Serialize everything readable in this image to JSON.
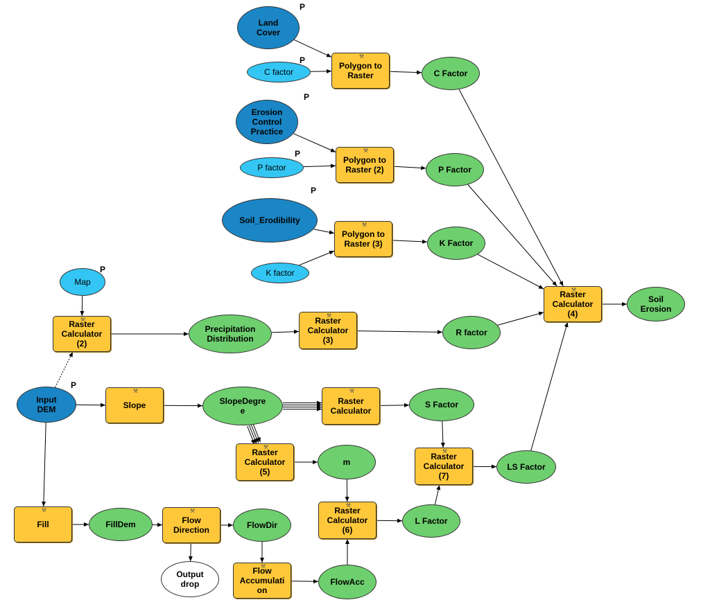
{
  "p_marker": "P",
  "nodes": {
    "land_cover": {
      "label": "Land\nCover",
      "kind": "input",
      "icon": "ellipse-icon"
    },
    "c_factor_param": {
      "label": "C factor",
      "kind": "param"
    },
    "poly_raster": {
      "label": "Polygon to\nRaster",
      "kind": "tool",
      "icon": "hammer-icon"
    },
    "c_factor": {
      "label": "C Factor",
      "kind": "derived"
    },
    "erosion_control": {
      "label": "Erosion\nControl\nPractice",
      "kind": "input"
    },
    "p_factor_param": {
      "label": "P factor",
      "kind": "param"
    },
    "poly_raster_2": {
      "label": "Polygon to\nRaster (2)",
      "kind": "tool"
    },
    "p_factor": {
      "label": "P Factor",
      "kind": "derived"
    },
    "soil_erodibility": {
      "label": "Soil_Erodibility",
      "kind": "input"
    },
    "k_factor_param": {
      "label": "K factor",
      "kind": "param"
    },
    "poly_raster_3": {
      "label": "Polygon to\nRaster (3)",
      "kind": "tool"
    },
    "k_factor": {
      "label": "K Factor",
      "kind": "derived"
    },
    "map": {
      "label": "Map",
      "kind": "param"
    },
    "raster_calc_2": {
      "label": "Raster\nCalculator\n(2)",
      "kind": "tool"
    },
    "precip": {
      "label": "Precipitation\nDistribution",
      "kind": "derived"
    },
    "raster_calc_3": {
      "label": "Raster\nCalculator\n(3)",
      "kind": "tool"
    },
    "r_factor": {
      "label": "R factor",
      "kind": "derived"
    },
    "raster_calc_4": {
      "label": "Raster\nCalculator\n(4)",
      "kind": "tool"
    },
    "soil_erosion": {
      "label": "Soil\nErosion",
      "kind": "derived"
    },
    "input_dem": {
      "label": "Input\nDEM",
      "kind": "input"
    },
    "slope": {
      "label": "Slope",
      "kind": "tool"
    },
    "slope_degree": {
      "label": "SlopeDegre\ne",
      "kind": "derived"
    },
    "raster_calc": {
      "label": "Raster\nCalculator",
      "kind": "tool"
    },
    "s_factor": {
      "label": "S Factor",
      "kind": "derived"
    },
    "raster_calc_5": {
      "label": "Raster\nCalculator\n(5)",
      "kind": "tool"
    },
    "m": {
      "label": "m",
      "kind": "derived"
    },
    "raster_calc_7": {
      "label": "Raster\nCalculator\n(7)",
      "kind": "tool"
    },
    "ls_factor": {
      "label": "LS Factor",
      "kind": "derived"
    },
    "fill": {
      "label": "Fill",
      "kind": "tool"
    },
    "fill_dem": {
      "label": "FillDem",
      "kind": "derived"
    },
    "flow_direction": {
      "label": "Flow\nDirection",
      "kind": "tool"
    },
    "flow_dir": {
      "label": "FlowDir",
      "kind": "derived"
    },
    "raster_calc_6": {
      "label": "Raster\nCalculator\n(6)",
      "kind": "tool"
    },
    "l_factor": {
      "label": "L Factor",
      "kind": "derived"
    },
    "output_drop": {
      "label": "Output\ndrop",
      "kind": "plain"
    },
    "flow_accumulation": {
      "label": "Flow\nAccumulati\non",
      "kind": "tool"
    },
    "flow_acc": {
      "label": "FlowAcc",
      "kind": "derived"
    }
  },
  "edges": [
    [
      "land_cover",
      "poly_raster"
    ],
    [
      "c_factor_param",
      "poly_raster"
    ],
    [
      "poly_raster",
      "c_factor"
    ],
    [
      "erosion_control",
      "poly_raster_2"
    ],
    [
      "p_factor_param",
      "poly_raster_2"
    ],
    [
      "poly_raster_2",
      "p_factor"
    ],
    [
      "soil_erodibility",
      "poly_raster_3"
    ],
    [
      "k_factor_param",
      "poly_raster_3"
    ],
    [
      "poly_raster_3",
      "k_factor"
    ],
    [
      "c_factor",
      "raster_calc_4"
    ],
    [
      "p_factor",
      "raster_calc_4"
    ],
    [
      "k_factor",
      "raster_calc_4"
    ],
    [
      "r_factor",
      "raster_calc_4"
    ],
    [
      "ls_factor",
      "raster_calc_4"
    ],
    [
      "raster_calc_4",
      "soil_erosion"
    ],
    [
      "map",
      "raster_calc_2"
    ],
    [
      "raster_calc_2",
      "precip"
    ],
    [
      "precip",
      "raster_calc_3"
    ],
    [
      "raster_calc_3",
      "r_factor"
    ],
    [
      "input_dem",
      "raster_calc_2",
      "dashed"
    ],
    [
      "input_dem",
      "slope"
    ],
    [
      "slope",
      "slope_degree"
    ],
    [
      "slope_degree",
      "raster_calc",
      "multi"
    ],
    [
      "raster_calc",
      "s_factor"
    ],
    [
      "slope_degree",
      "raster_calc_5",
      "multi"
    ],
    [
      "raster_calc_5",
      "m"
    ],
    [
      "s_factor",
      "raster_calc_7"
    ],
    [
      "l_factor",
      "raster_calc_7"
    ],
    [
      "raster_calc_7",
      "ls_factor"
    ],
    [
      "input_dem",
      "fill"
    ],
    [
      "fill",
      "fill_dem"
    ],
    [
      "fill_dem",
      "flow_direction"
    ],
    [
      "flow_direction",
      "flow_dir"
    ],
    [
      "flow_direction",
      "output_drop"
    ],
    [
      "flow_dir",
      "flow_accumulation"
    ],
    [
      "flow_accumulation",
      "flow_acc"
    ],
    [
      "flow_acc",
      "raster_calc_6"
    ],
    [
      "m",
      "raster_calc_6"
    ],
    [
      "raster_calc_6",
      "l_factor"
    ]
  ]
}
